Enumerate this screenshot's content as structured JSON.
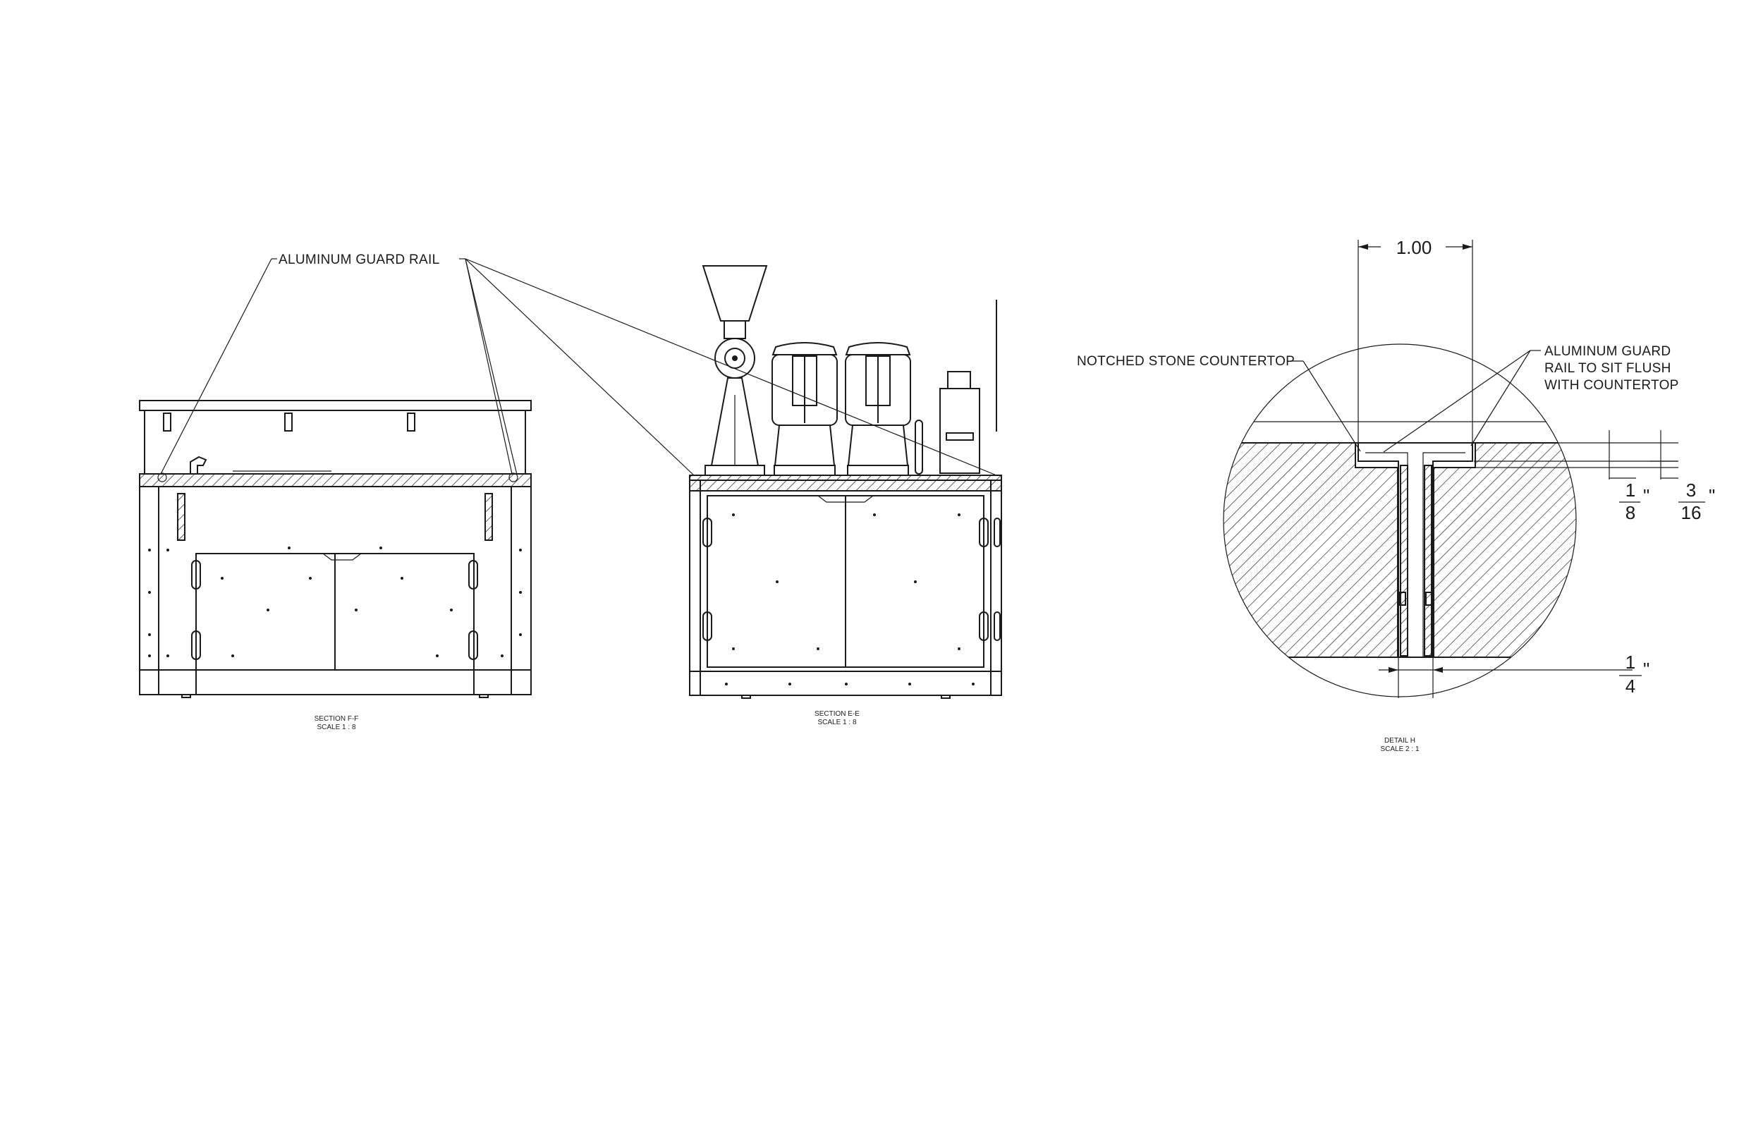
{
  "labels": {
    "guard_rail_ff": "ALUMINUM GUARD RAIL",
    "notched_countertop": "NOTCHED STONE COUNTERTOP",
    "guard_rail_detail_line1": "ALUMINUM GUARD",
    "guard_rail_detail_line2": "RAIL TO SIT FLUSH",
    "guard_rail_detail_line3": "WITH COUNTERTOP"
  },
  "captions": {
    "section_ff_title": "SECTION F-F",
    "section_ff_scale": "SCALE 1 : 8",
    "section_ee_title": "SECTION E-E",
    "section_ee_scale": "SCALE 1 : 8",
    "detail_h_title": "DETAIL H",
    "detail_h_scale": "SCALE 2 : 1"
  },
  "dimensions": {
    "width_top": "1.00",
    "eighth_num": "1",
    "eighth_den": "8",
    "eighth_unit": "\"",
    "sixteenth_num": "3",
    "sixteenth_den": "16",
    "sixteenth_unit": "\"",
    "quarter_num": "1",
    "quarter_den": "4",
    "quarter_unit": "\""
  }
}
